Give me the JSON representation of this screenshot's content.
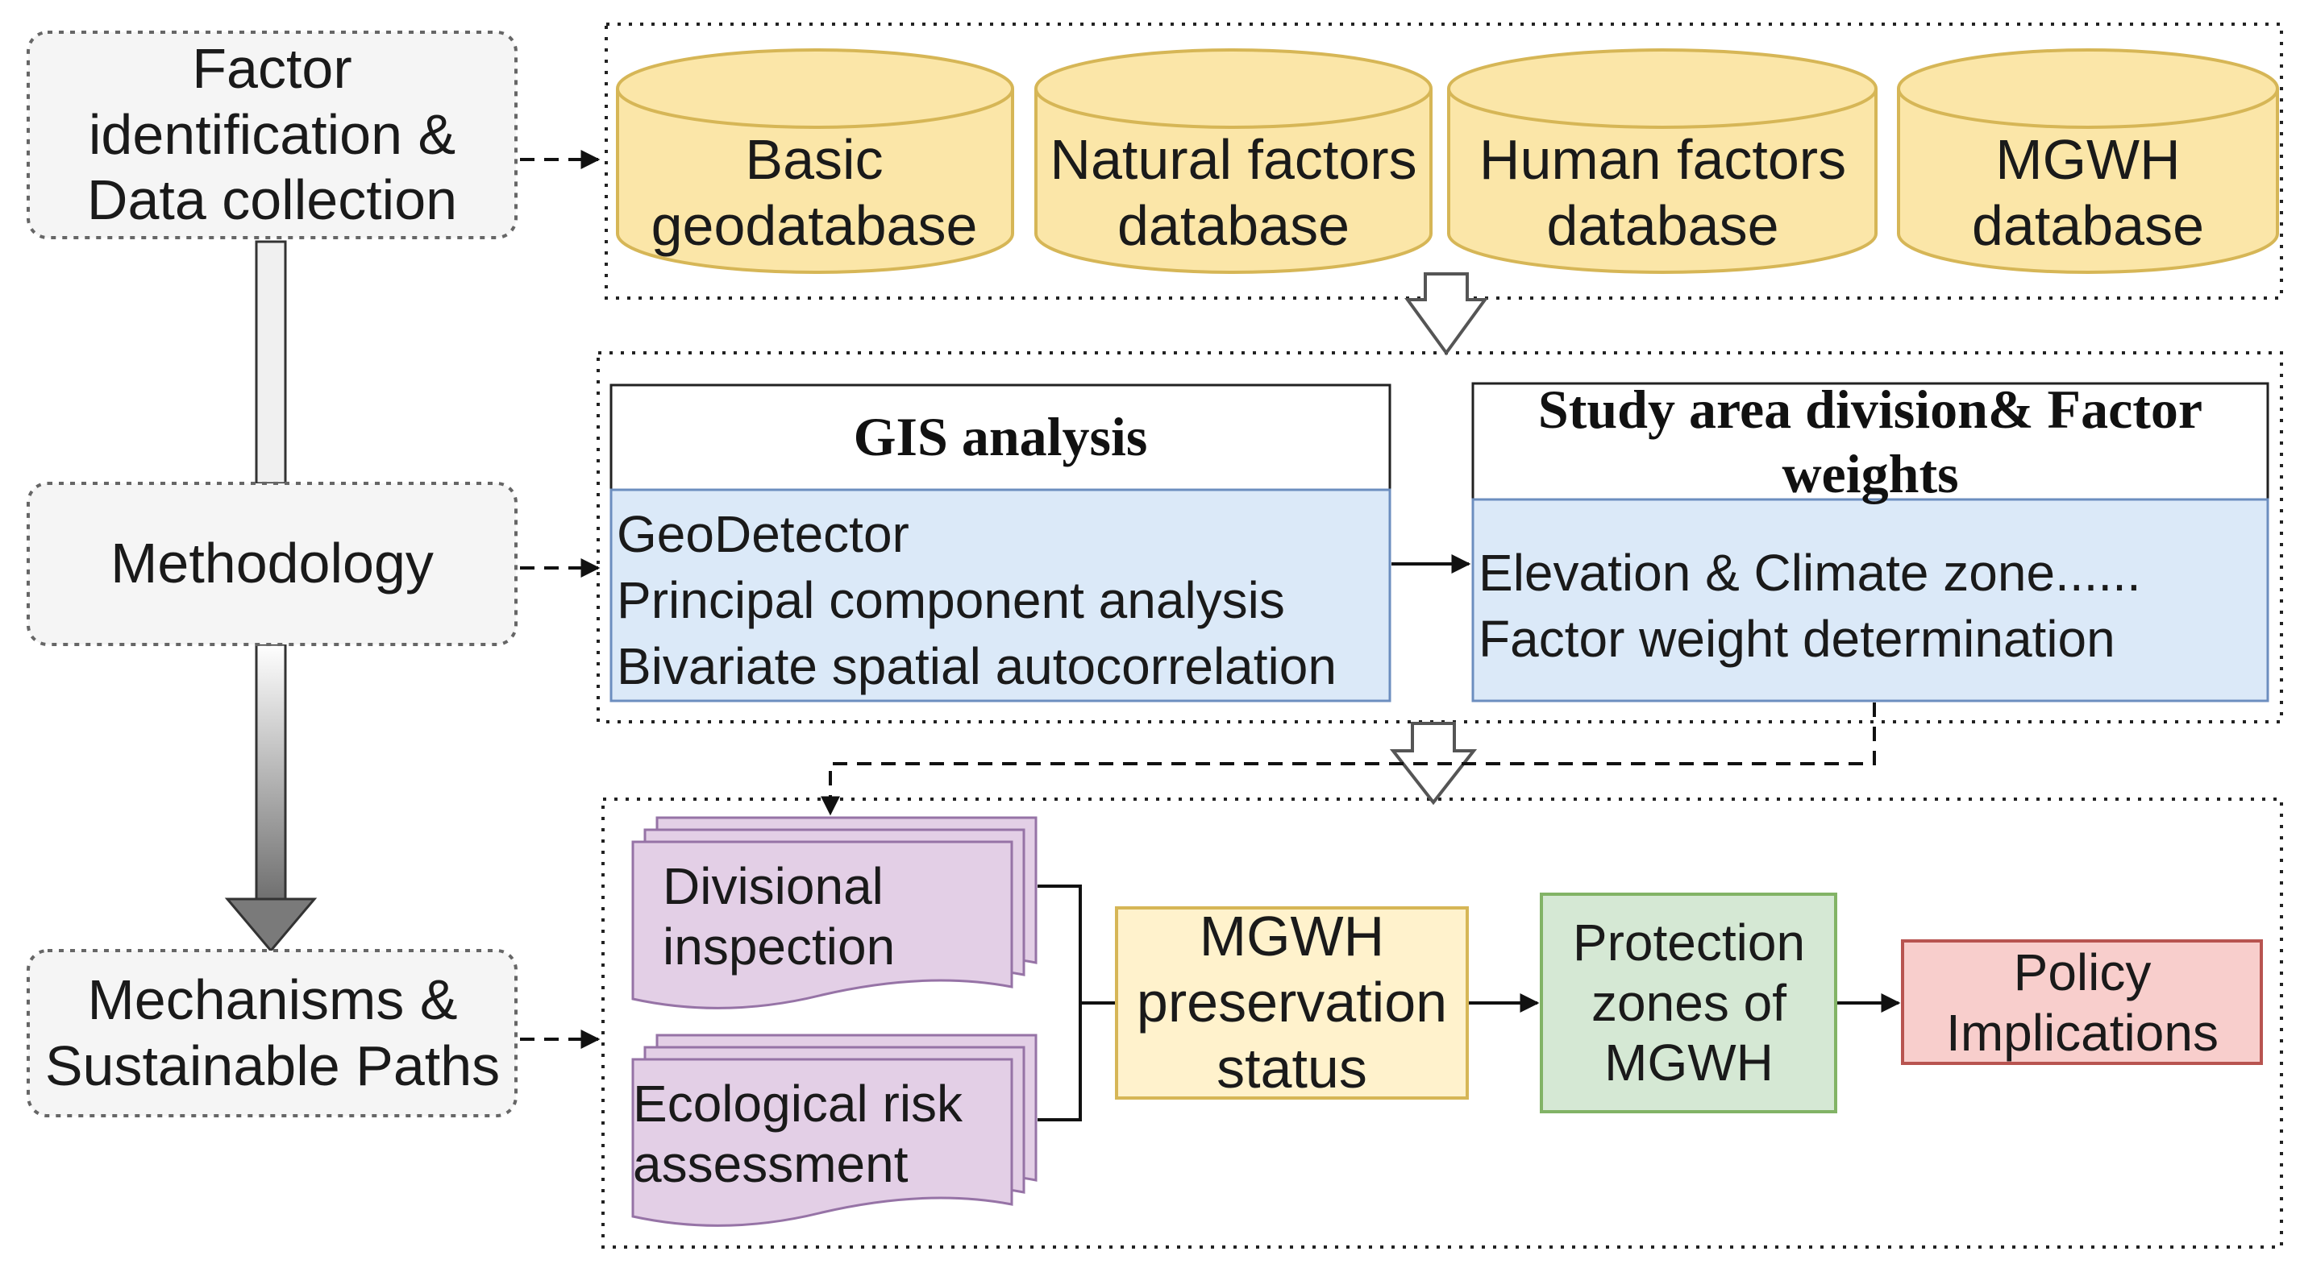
{
  "stages": {
    "factor_identification": "Factor identification & Data collection",
    "methodology": "Methodology",
    "mechanisms": "Mechanisms & Sustainable Paths"
  },
  "databases": {
    "basic": "Basic geodatabase",
    "natural": "Natural factors database",
    "human": "Human factors database",
    "mgwh": "MGWH database"
  },
  "gis": {
    "title": "GIS analysis",
    "items": [
      "GeoDetector",
      "Principal component analysis",
      "Bivariate spatial autocorrelation"
    ]
  },
  "study_area": {
    "title": "Study area division& Factor weights",
    "items": [
      "Elevation & Climate zone......",
      "Factor weight determination"
    ]
  },
  "documents": {
    "divisional": "Divisional inspection",
    "ecological": "Ecological risk assessment"
  },
  "flow": {
    "preservation": "MGWH preservation status",
    "protection": "Protection zones of MGWH",
    "policy": "Policy Implications"
  },
  "colors": {
    "database_fill": "#fbe6a8",
    "database_stroke": "#d6b656",
    "blue_fill": "#dbe9f8",
    "blue_stroke": "#6c8ebf",
    "document_fill": "#e3cfe6",
    "document_stroke": "#9673a6",
    "yellow_fill": "#fff2cc",
    "yellow_stroke": "#d6b656",
    "green_fill": "#d5e8d4",
    "green_stroke": "#82b366",
    "red_fill": "#f8cecc",
    "red_stroke": "#b85450",
    "stage_fill": "#f5f5f5",
    "stage_stroke": "#666666"
  }
}
